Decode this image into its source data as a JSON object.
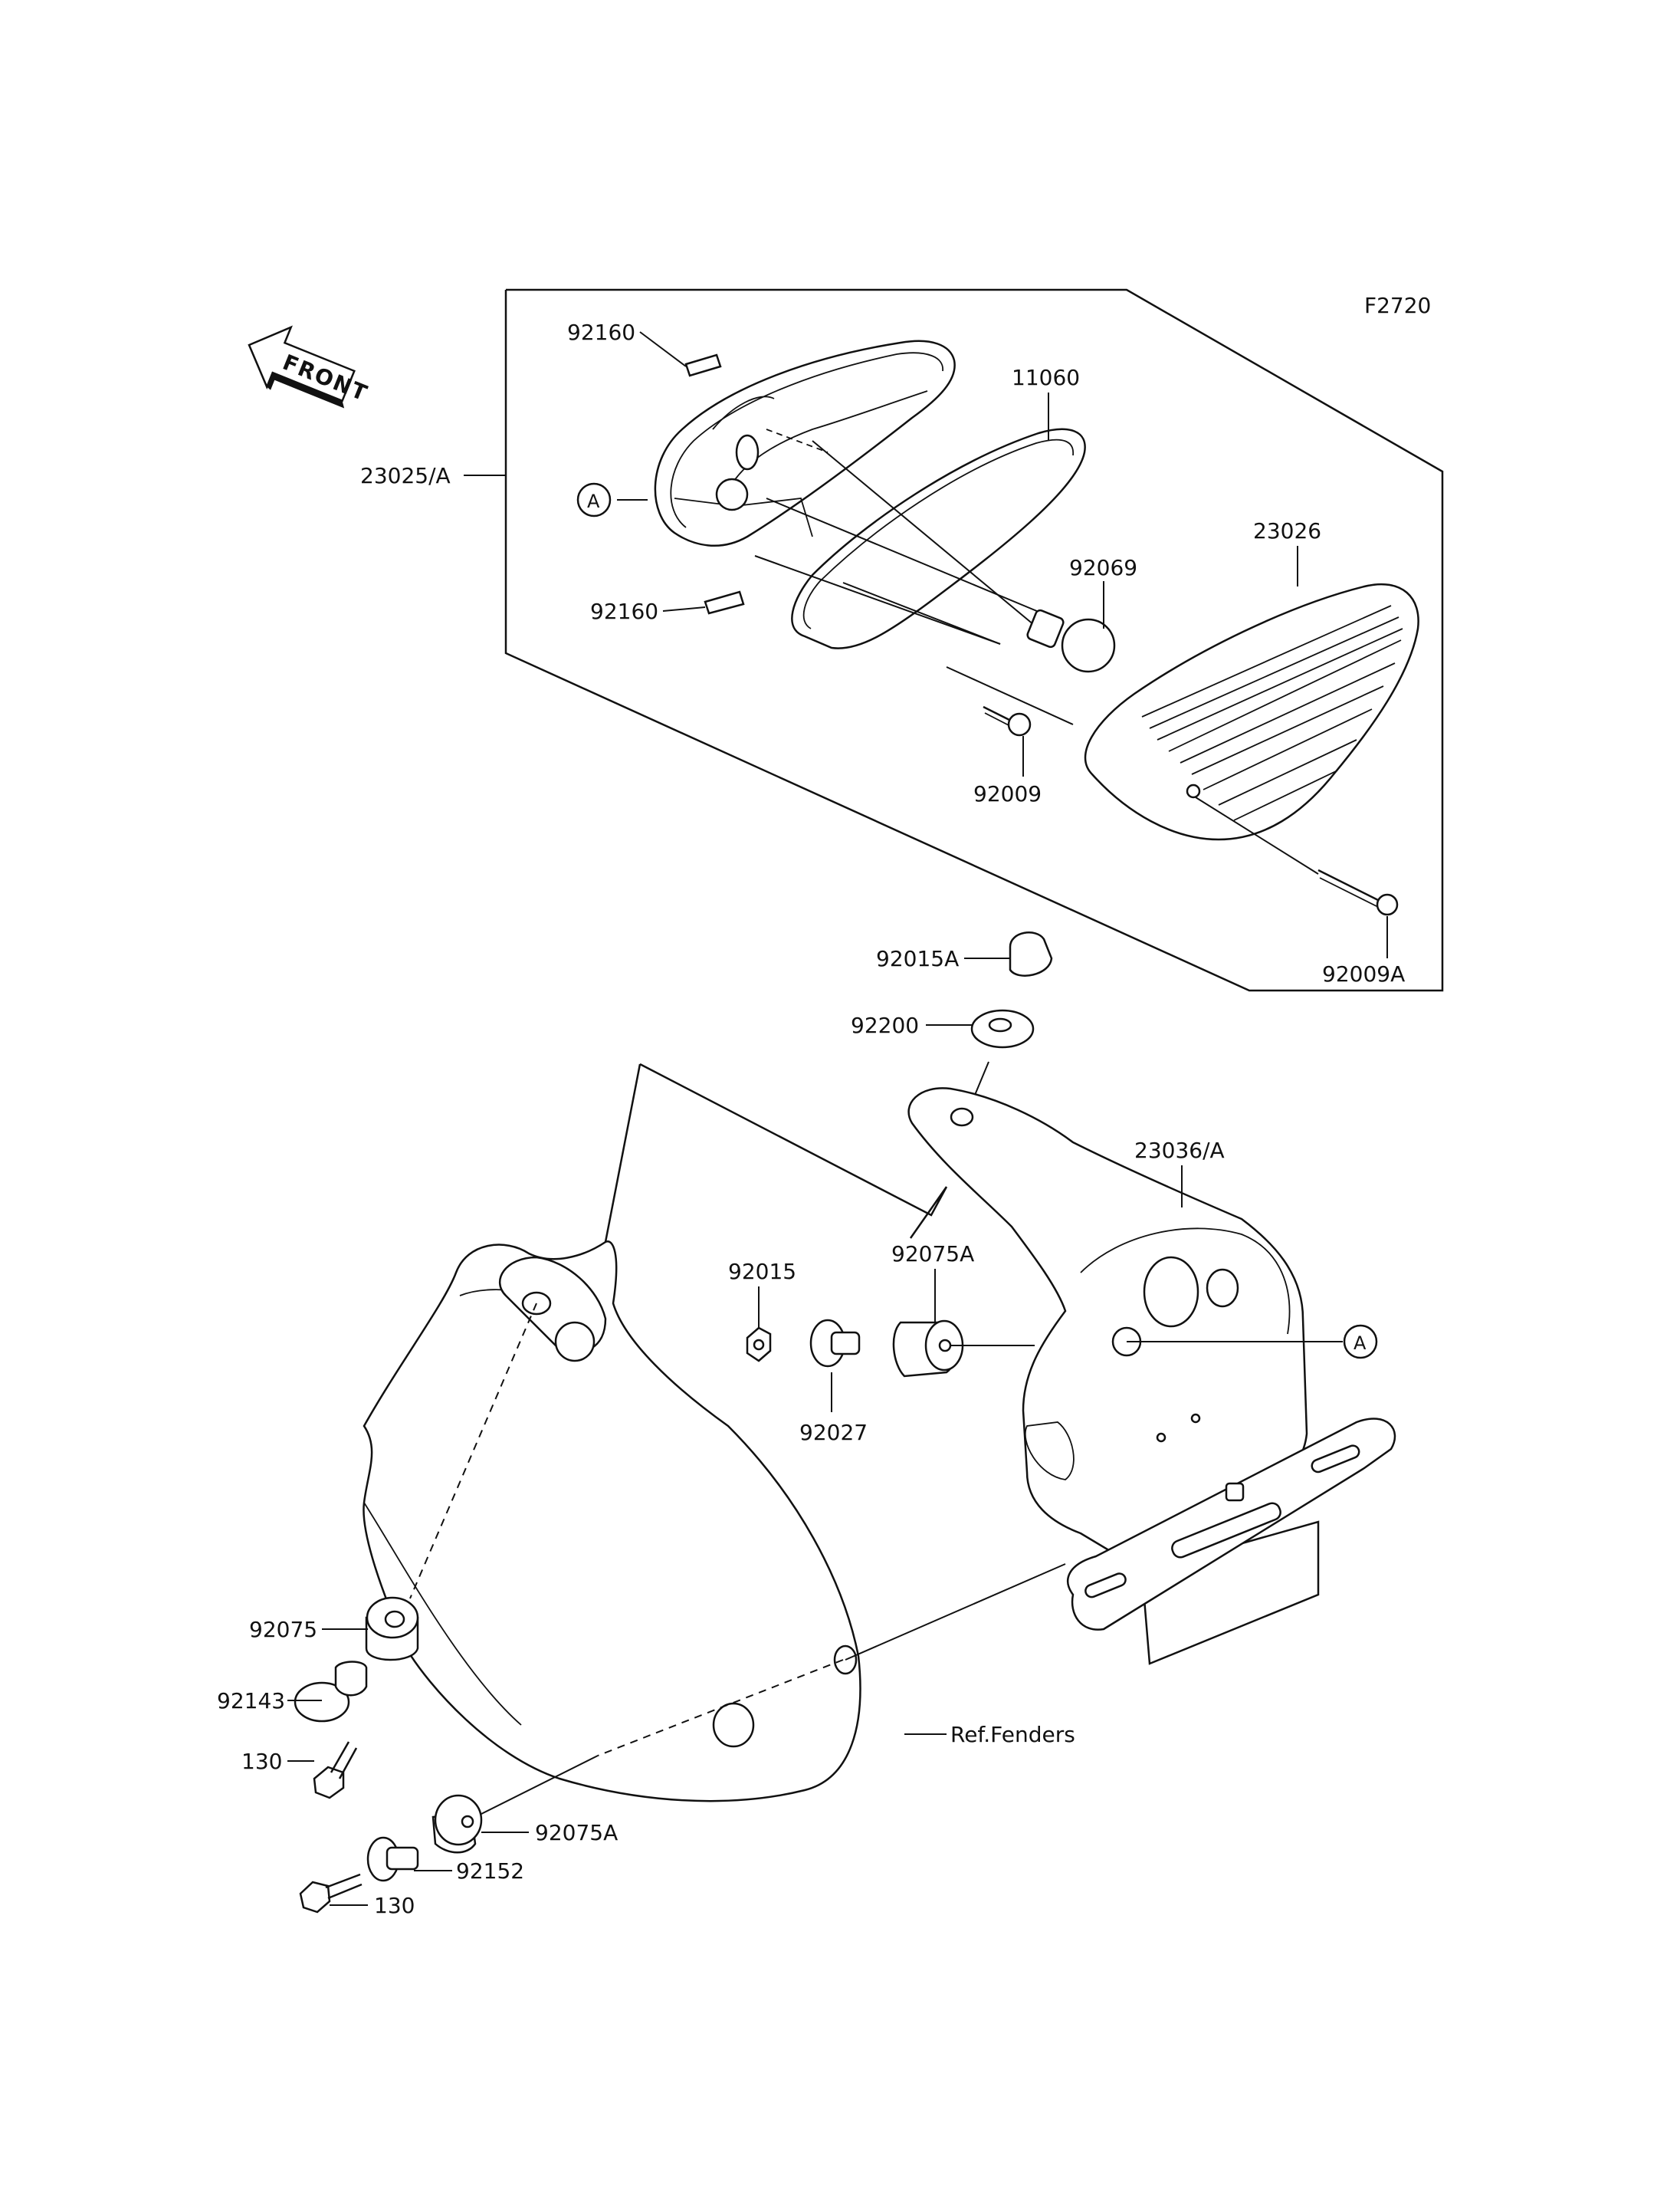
{
  "figure_code": "F2720",
  "direction_arrow": {
    "label": "FRONT",
    "icon": "front-arrow-icon"
  },
  "parts": {
    "taillight_assy": "23025/A",
    "marker_a_top": "A",
    "clip_upper": "92160",
    "clip_lower": "92160",
    "gasket": "11060",
    "lens": "23026",
    "bulb": "92069",
    "screw": "92009",
    "screw_a": "92009A",
    "cap_nut": "92015A",
    "damper_washer": "92200",
    "bracket": "23036/A",
    "marker_a_bracket": "A",
    "nut": "92015",
    "collar": "92027",
    "grommet_a_upper": "92075A",
    "grommet": "92075",
    "collar_b": "92143",
    "bolt_upper": "130",
    "ref_fenders": "Ref.Fenders",
    "grommet_a_lower": "92075A",
    "washer": "92152",
    "bolt_lower": "130"
  }
}
